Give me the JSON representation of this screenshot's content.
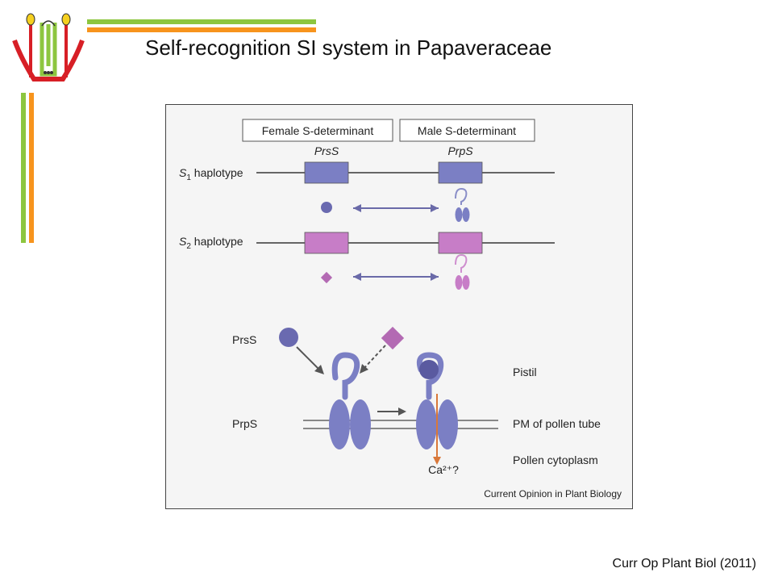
{
  "slide": {
    "title": "Self-recognition SI system in Papaveraceae",
    "citation": "Curr Op Plant Biol (2011)",
    "colors": {
      "green": "#8dc63f",
      "orange": "#f7941d",
      "red": "#d71f26"
    }
  },
  "figure": {
    "header_female": "Female S-determinant",
    "header_male": "Male S-determinant",
    "gene_female": "PrsS",
    "gene_male": "PrpS",
    "s1_label_prefix": "S",
    "s1_label_sub": "1",
    "s1_label_suffix": " haplotype",
    "s2_label_prefix": "S",
    "s2_label_sub": "2",
    "s2_label_suffix": " haplotype",
    "label_prss": "PrsS",
    "label_prps": "PrpS",
    "label_pistil": "Pistil",
    "label_pm": "PM of pollen tube",
    "label_cytoplasm": "Pollen cytoplasm",
    "label_calcium": "Ca²⁺?",
    "credit": "Current Opinion in Plant Biology",
    "colors": {
      "s1": "#7b7fc4",
      "s2": "#c77dc7",
      "arrow": "#6a6aa8",
      "calcium": "#d9783a"
    }
  }
}
